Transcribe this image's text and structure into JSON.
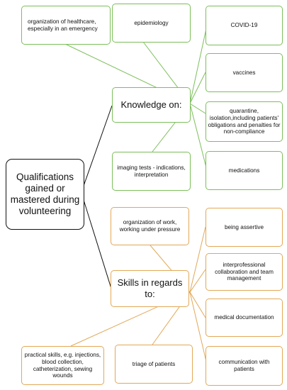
{
  "colors": {
    "knowledge": "#7cbf5a",
    "skills": "#e2a857",
    "root": "#111111"
  },
  "root": {
    "label": "Qualifications gained or mastered during volunteering"
  },
  "knowledge": {
    "label": "Knowledge on:",
    "items": [
      "organization of healthcare, especially in an emergency",
      "epidemiology",
      "COVID-19",
      "vaccines",
      "quarantine, isolation,including patients' obligations and penalties for non-compliance",
      "medications",
      "imaging tests - indications, interpretation"
    ]
  },
  "skills": {
    "label": "Skills in regards to:",
    "items": [
      "organization of work, working under pressure",
      "being assertive",
      "interprofessional collaboration and team management",
      "medical documentation",
      "communication with patients",
      "triage of patients",
      "practical skills, e.g. injections, blood collection, catheterization, sewing wounds"
    ]
  }
}
